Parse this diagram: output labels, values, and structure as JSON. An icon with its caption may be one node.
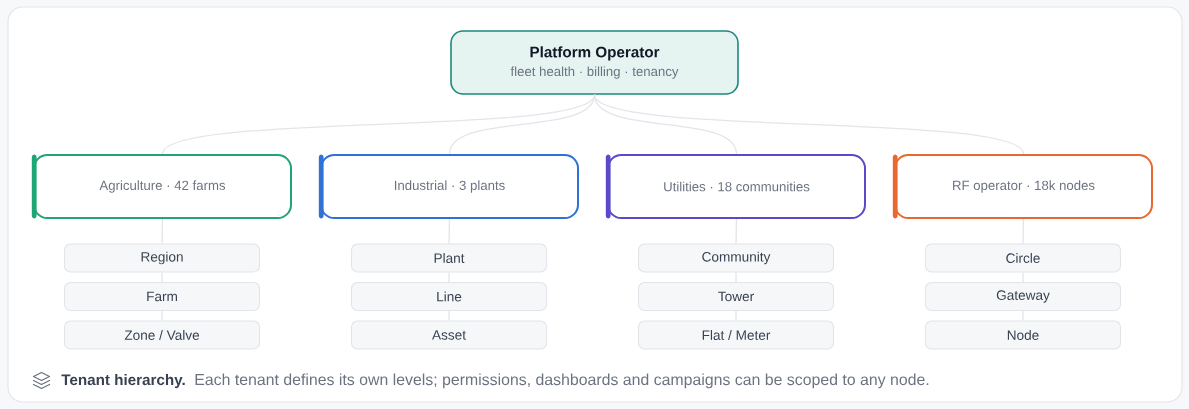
{
  "diagram": {
    "nodes": [
      {
        "text": [
          "Platform Operator",
          "fleet health · billing · tenancy"
        ]
      },
      {
        "text": [
          "Agriculture · 42 farms"
        ]
      },
      {
        "text": [
          "Industrial · 3 plants"
        ]
      },
      {
        "text": [
          "Utilities · 18 communities"
        ]
      },
      {
        "text": [
          "RF operator · 18k nodes"
        ]
      },
      {
        "text": [
          "Region"
        ]
      },
      {
        "text": [
          "Plant"
        ]
      },
      {
        "text": [
          "Community"
        ]
      },
      {
        "text": [
          "Circle"
        ]
      },
      {
        "text": [
          "Farm"
        ]
      },
      {
        "text": [
          "Line"
        ]
      },
      {
        "text": [
          "Tower"
        ]
      },
      {
        "text": [
          "Gateway"
        ]
      },
      {
        "text": [
          "Zone / Valve"
        ]
      },
      {
        "text": [
          "Asset"
        ]
      },
      {
        "text": [
          "Flat / Meter"
        ]
      },
      {
        "text": [
          "Node"
        ]
      }
    ],
    "edges": [
      {
        "from": 0,
        "to": 1,
        "arrow": "none"
      },
      {
        "from": 0,
        "to": 2,
        "arrow": "none"
      },
      {
        "from": 0,
        "to": 3,
        "arrow": "none"
      },
      {
        "from": 0,
        "to": 4,
        "arrow": "none"
      },
      {
        "from": 1,
        "to": 5,
        "arrow": "none"
      },
      {
        "from": 2,
        "to": 6,
        "arrow": "none"
      },
      {
        "from": 3,
        "to": 7,
        "arrow": "none"
      },
      {
        "from": 4,
        "to": 8,
        "arrow": "none"
      },
      {
        "from": 5,
        "to": 9,
        "arrow": "none"
      },
      {
        "from": 6,
        "to": 10,
        "arrow": "none"
      },
      {
        "from": 7,
        "to": 11,
        "arrow": "none"
      },
      {
        "from": 8,
        "to": 12,
        "arrow": "none"
      },
      {
        "from": 9,
        "to": 13,
        "arrow": "none"
      },
      {
        "from": 10,
        "to": 14,
        "arrow": "none"
      },
      {
        "from": 11,
        "to": 15,
        "arrow": "none"
      },
      {
        "from": 12,
        "to": 16,
        "arrow": "none"
      }
    ],
    "labels": [
      "Tenant hierarchy.",
      "Each tenant defines its own levels; permissions, dashboards and campaigns can be scoped to any node."
    ]
  }
}
